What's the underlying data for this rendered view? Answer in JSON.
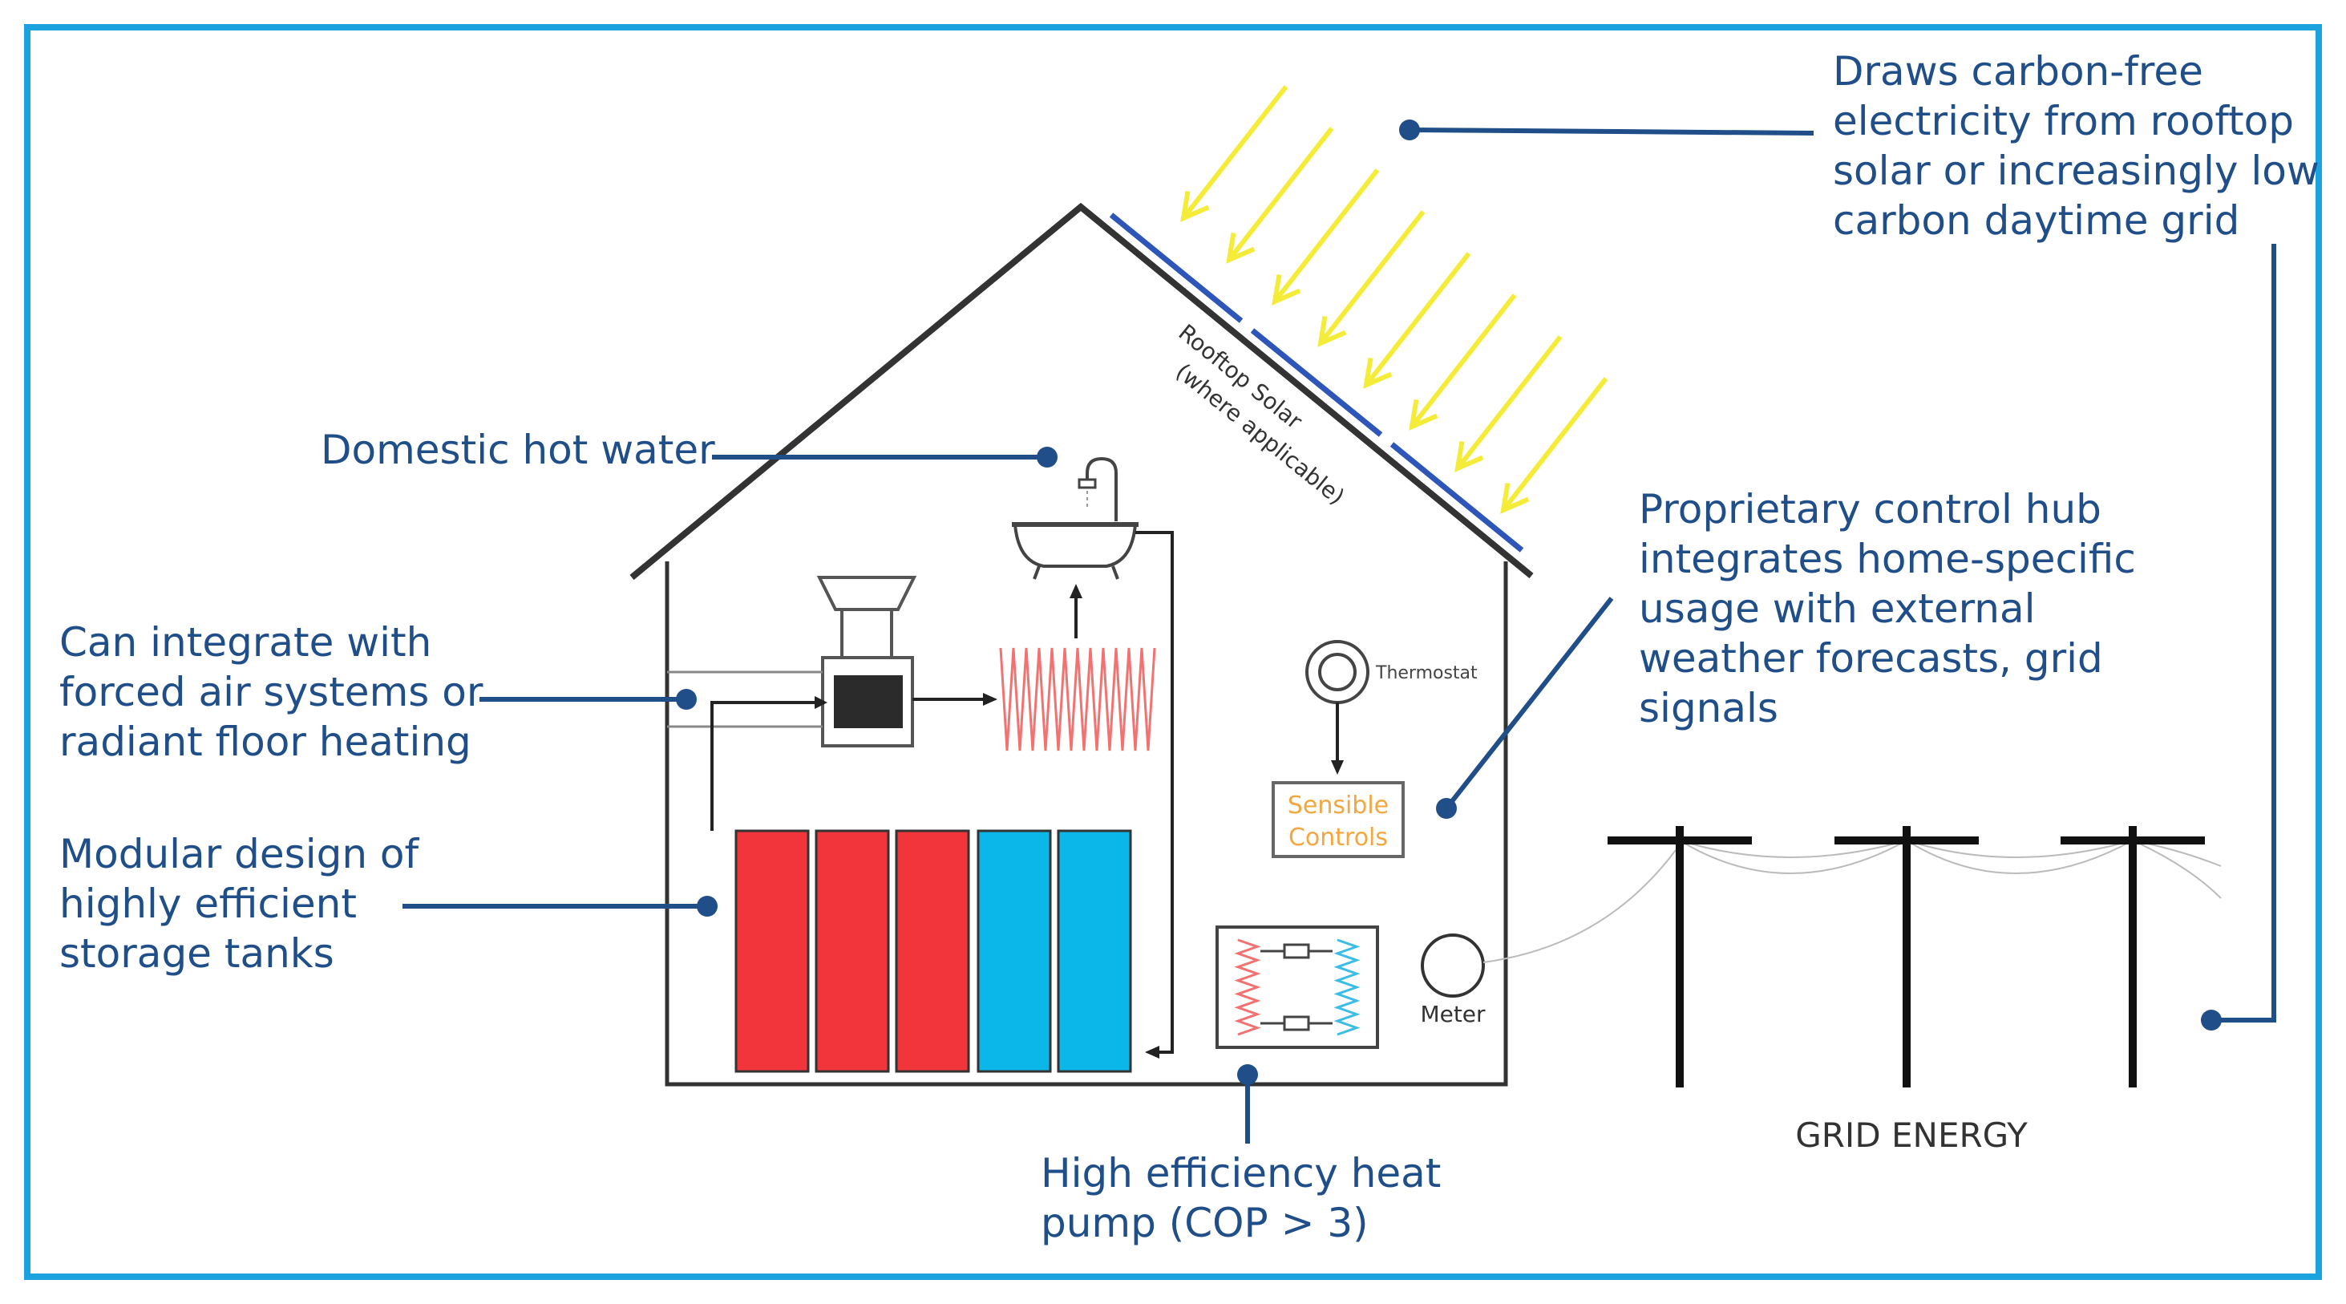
{
  "callouts": {
    "solar_source": {
      "lines": [
        "Draws carbon-free",
        "electricity from rooftop",
        "solar or increasingly low",
        "carbon daytime grid"
      ]
    },
    "hot_water": {
      "lines": [
        "Domestic hot water"
      ]
    },
    "forced_air": {
      "lines": [
        "Can integrate with",
        "forced air systems or",
        "radiant floor heating"
      ]
    },
    "storage": {
      "lines": [
        "Modular design of",
        "highly efficient",
        "storage tanks"
      ]
    },
    "control_hub": {
      "lines": [
        "Proprietary control hub",
        "integrates home-specific",
        "usage with external",
        "weather forecasts, grid",
        "signals"
      ]
    },
    "heat_pump": {
      "lines": [
        "High efficiency heat",
        "pump (COP > 3)"
      ]
    }
  },
  "labels": {
    "rooftop_solar": [
      "Rooftop Solar",
      "(where applicable)"
    ],
    "thermostat": "Thermostat",
    "controls": [
      "Sensible",
      "Controls"
    ],
    "meter": "Meter",
    "grid_energy": "GRID ENERGY"
  },
  "colors": {
    "border": "#1ba3e0",
    "callout_text": "#1f4e89",
    "leader": "#1f4e89",
    "sun_ray": "#f5ec3a",
    "solar_panel": "#2e56b8",
    "hot_tank": "#f2353a",
    "cold_tank": "#0bb7e8",
    "controls_text": "#f4a640",
    "coil_hot": "#f27272",
    "coil_cold": "#3bbde8"
  }
}
